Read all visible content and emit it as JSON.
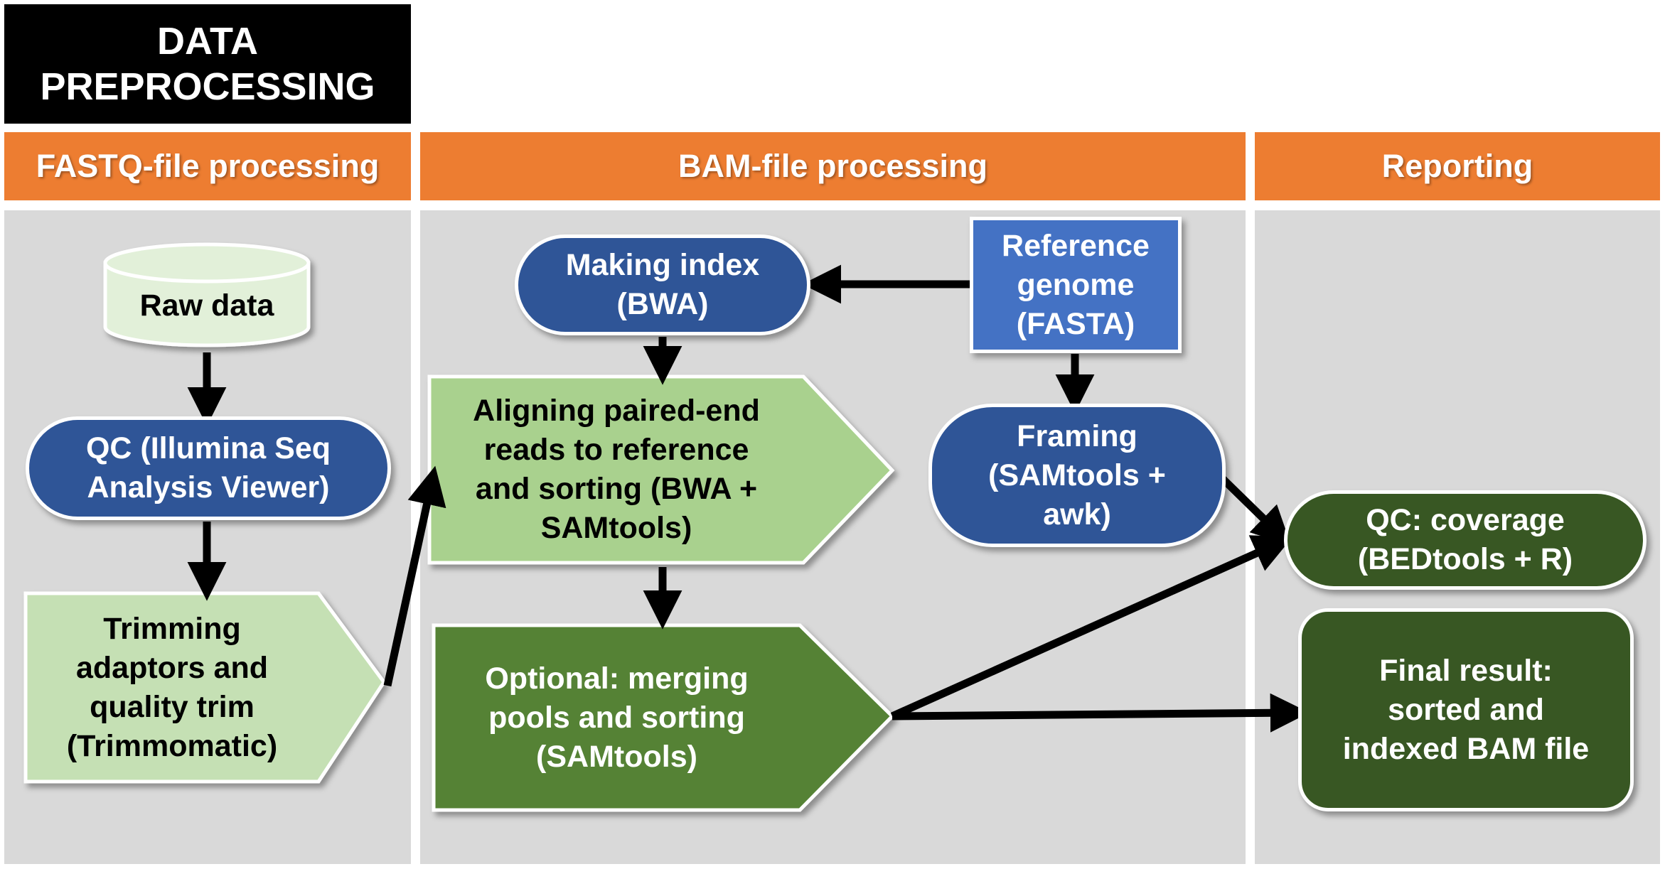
{
  "title": [
    "DATA",
    "PREPROCESSING"
  ],
  "columns": {
    "fastq": "FASTQ-file processing",
    "bam": "BAM-file processing",
    "reporting": "Reporting"
  },
  "nodes": {
    "raw_data": [
      "Raw data"
    ],
    "qc_illumina": [
      "QC (Illumina Seq",
      "Analysis Viewer)"
    ],
    "trimming": [
      "Trimming",
      "adaptors and",
      "quality trim",
      "(Trimmomatic)"
    ],
    "making_index": [
      "Making index",
      "(BWA)"
    ],
    "reference_genome": [
      "Reference",
      "genome",
      "(FASTA)"
    ],
    "aligning": [
      "Aligning paired-end",
      "reads to reference",
      "and sorting (BWA +",
      "SAMtools)"
    ],
    "framing": [
      "Framing",
      "(SAMtools +",
      "awk)"
    ],
    "merging": [
      "Optional: merging",
      "pools and sorting",
      "(SAMtools)"
    ],
    "qc_coverage": [
      "QC: coverage",
      "(BEDtools + R)"
    ],
    "final_result": [
      "Final result:",
      "sorted and",
      "indexed BAM file"
    ]
  },
  "colors": {
    "header_orange": "#ED7D31",
    "column_gray": "#D9D9D9",
    "dark_blue": "#2F5597",
    "mid_blue": "#4472C4",
    "light_green": "#C5E0B4",
    "mid_green": "#A9D18E",
    "green": "#548235",
    "dark_green": "#385723"
  }
}
